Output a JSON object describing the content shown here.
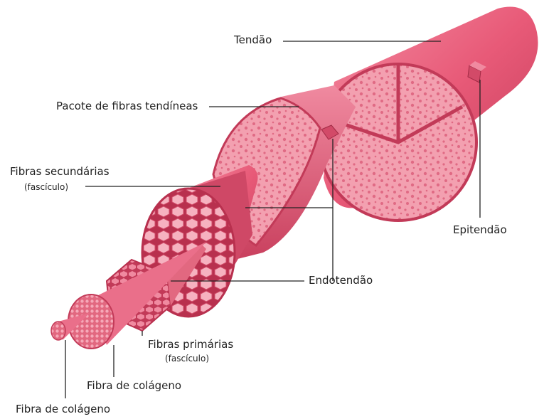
{
  "labels": {
    "tendon": "Tendão",
    "tendon_bundle": "Pacote de fibras tendíneas",
    "secondary_fibers": "Fibras secundárias",
    "secondary_fibers_sub": "(fascículo)",
    "epitendon": "Epitendão",
    "endotendon": "Endotendão",
    "primary_fibers": "Fibras primárias",
    "primary_fibers_sub": "(fascículo)",
    "collagen_fiber_1": "Fibra de colágeno",
    "collagen_fiber_2": "Fibra de colágeno"
  },
  "colors": {
    "tissue": "#e85a78",
    "tissue_light": "#f07f96",
    "tissue_dark": "#b8304e",
    "cross_section": "#f3a0b0",
    "pore": "#de5c78",
    "leader_line": "#222222"
  }
}
